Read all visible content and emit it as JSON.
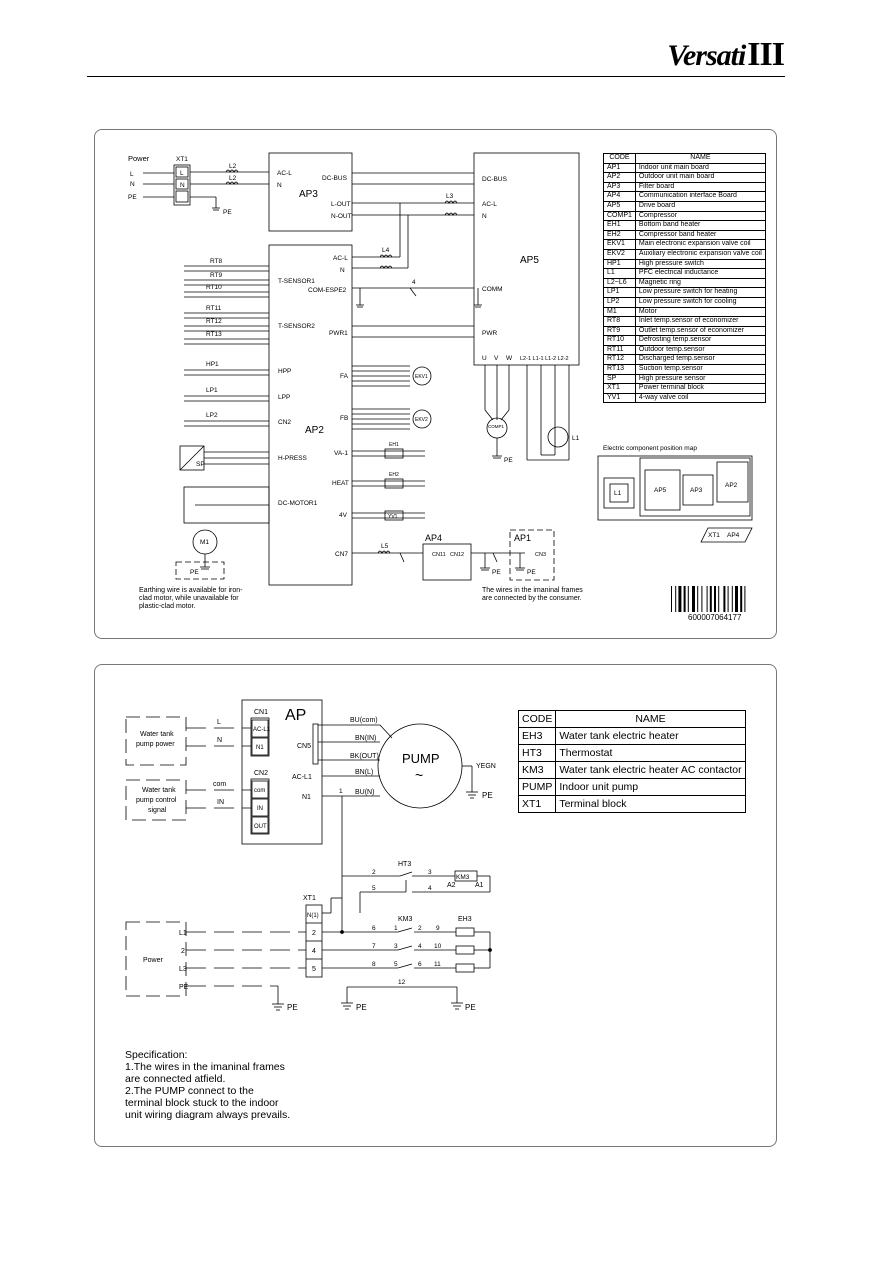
{
  "header": {
    "brand": "Versati",
    "brand_suffix": "III"
  },
  "top_diagram": {
    "labels": {
      "power": "Power",
      "xt1": "XT1",
      "L": "L",
      "N": "N",
      "PE": "PE",
      "ap3": "AP3",
      "ap5": "AP5",
      "ap2": "AP2",
      "ap4": "AP4",
      "ap1": "AP1",
      "acl": "AC-L",
      "n": "N",
      "dc_bus": "DC-BUS",
      "l_out": "L-OUT",
      "n_out": "N-OUT",
      "comm": "COMM",
      "pwr": "PWR",
      "com_espe2": "COM-ESPE2",
      "pwr1": "PWR1",
      "t_sensor1": "T-SENSOR1",
      "t_sensor2": "T-SENSOR2",
      "hpp": "HPP",
      "lpp": "LPP",
      "cn2": "CN2",
      "h_press": "H-PRESS",
      "dc_motor1": "DC-MOTOR1",
      "fa": "FA",
      "fb": "FB",
      "va1": "VA-1",
      "heat": "HEAT",
      "fourv": "4V",
      "cn7": "CN7",
      "cn11": "CN11",
      "cn12": "CN12",
      "cn3": "CN3",
      "rt8": "RT8",
      "rt9": "RT9",
      "rt10": "RT10",
      "rt11": "RT11",
      "rt12": "RT12",
      "rt13": "RT13",
      "hp1": "HP1",
      "lp1": "LP1",
      "lp2": "LP2",
      "sp": "SP",
      "m1": "M1",
      "ekv1": "EKV1",
      "ekv2": "EKV2",
      "eh1": "EH1",
      "eh2": "EH2",
      "yv1": "YV1",
      "comp1": "COMP1",
      "u": "U",
      "v": "V",
      "w": "W",
      "l_terms": "L2-1 L1-1 L1-2 L2-2",
      "l1": "L1",
      "l2": "L2",
      "l3": "L3",
      "l4": "L4",
      "l5": "L5",
      "position_map_title": "Electric component position map",
      "map_l1": "L1",
      "map_ap5": "AP5",
      "map_ap3": "AP3",
      "map_ap2": "AP2",
      "map_xt1": "XT1",
      "map_ap4": "AP4"
    },
    "note_left": [
      "Earthing wire is available for iron-",
      "clad motor, while unavailable for",
      "plastic-clad motor."
    ],
    "note_right": [
      "The wires in the imaninal frames",
      "are connected by the consumer."
    ],
    "table": {
      "headers": [
        "CODE",
        "NAME"
      ],
      "rows": [
        [
          "AP1",
          "Indoor unit main board"
        ],
        [
          "AP2",
          "Outdoor unit main board"
        ],
        [
          "AP3",
          "Filter board"
        ],
        [
          "AP4",
          "Communication interface Board"
        ],
        [
          "AP5",
          "Drive board"
        ],
        [
          "COMP1",
          "Compressor"
        ],
        [
          "EH1",
          "Bottom band heater"
        ],
        [
          "EH2",
          "Compressor band heater"
        ],
        [
          "EKV1",
          "Main electronic expansion valve coil"
        ],
        [
          "EKV2",
          "Auxiliary electronic expansion valve coil"
        ],
        [
          "HP1",
          "High pressure switch"
        ],
        [
          "L1",
          "PFC electrical inductance"
        ],
        [
          "L2~L6",
          "Magnetic ring"
        ],
        [
          "LP1",
          "Low pressure switch for heating"
        ],
        [
          "LP2",
          "Low pressure switch for cooling"
        ],
        [
          "M1",
          "Motor"
        ],
        [
          "RT8",
          "Inlet temp.sensor of economizer"
        ],
        [
          "RT9",
          "Outlet temp.sensor of economizer"
        ],
        [
          "RT10",
          "Defrosting temp.sensor"
        ],
        [
          "RT11",
          "Outdoor temp.sensor"
        ],
        [
          "RT12",
          "Discharged temp.sensor"
        ],
        [
          "RT13",
          "Suction temp.sensor"
        ],
        [
          "SP",
          "High pressure sensor"
        ],
        [
          "XT1",
          "Power terminal block"
        ],
        [
          "YV1",
          "4-way valve coil"
        ]
      ]
    },
    "barcode_number": "600007064177"
  },
  "bottom_diagram": {
    "labels": {
      "ap": "AP",
      "cn1": "CN1",
      "cn2": "CN2",
      "cn5": "CN5",
      "acl1_in": "AC-L1",
      "n1": "N1",
      "com": "com",
      "in": "IN",
      "out": "OUT",
      "acl1_out": "AC-L1",
      "n1_out": "N1",
      "water_tank_pump_power": [
        "Water tank",
        "pump power"
      ],
      "water_tank_pump_control": [
        "Water tank",
        "pump control",
        "signal"
      ],
      "L": "L",
      "N": "N",
      "com_wire": "com",
      "IN_wire": "IN",
      "bu_com": "BU(com)",
      "bn_in": "BN(IN)",
      "bk_out": "BK(OUT)",
      "bn_l": "BN(L)",
      "bu_n": "BU(N)",
      "pump": "PUMP",
      "pump_symbol": "~",
      "yegn": "YEGN",
      "pe": "PE",
      "ht3": "HT3",
      "km3": "KM3",
      "eh3": "EH3",
      "a2": "A2",
      "a1": "A1",
      "xt1": "XT1",
      "n1_term": "N(1)",
      "t2": "2",
      "t4": "4",
      "t5": "5",
      "power": "Power",
      "L1": "L1",
      "L3": "L3",
      "w2": "2",
      "wPE": "PE"
    },
    "table": {
      "headers": [
        "CODE",
        "NAME"
      ],
      "rows": [
        [
          "EH3",
          "Water tank electric heater"
        ],
        [
          "HT3",
          "Thermostat"
        ],
        [
          "KM3",
          "Water tank electric heater AC contactor"
        ],
        [
          "PUMP",
          "Indoor unit pump"
        ],
        [
          "XT1",
          "Terminal block"
        ]
      ]
    },
    "specification": {
      "title": "Specification:",
      "lines": [
        "1.The wires in the imaninal frames",
        "are connected atfield.",
        "2.The PUMP connect to the",
        "terminal block stuck to the indoor",
        "unit wiring diagram always prevails."
      ]
    }
  }
}
